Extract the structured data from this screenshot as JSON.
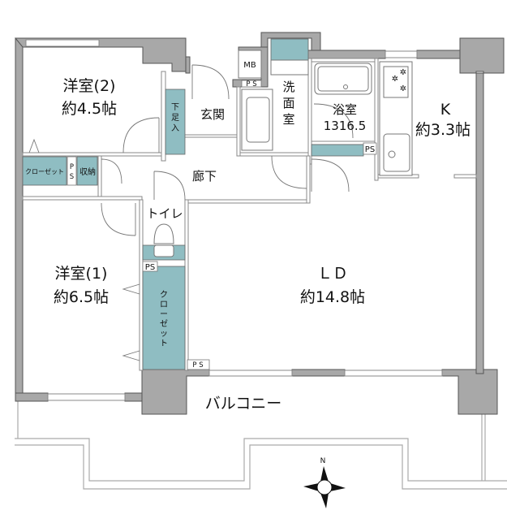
{
  "plan": {
    "rooms": [
      {
        "id": "western-room-2",
        "name": "洋室(2)",
        "area": "約4.5帖"
      },
      {
        "id": "western-room-1",
        "name": "洋室(1)",
        "area": "約6.5帖"
      },
      {
        "id": "ld",
        "name": "ＬＤ",
        "area": "約14.8帖"
      },
      {
        "id": "kitchen",
        "name": "K",
        "area": "約3.3帖"
      },
      {
        "id": "bathroom",
        "name": "浴室",
        "area": "1316.5"
      }
    ],
    "labels": {
      "entrance": "玄関",
      "corridor": "廊下",
      "washroom_1": "洗",
      "washroom_2": "面",
      "washroom_3": "室",
      "toilet": "トイレ",
      "balcony": "バルコニー",
      "mb": "MB",
      "shoe_1": "下",
      "shoe_2": "足",
      "shoe_3": "入",
      "closet_h": "クローゼット",
      "storage": "収納",
      "closet_v": [
        "ク",
        "ロ",
        "ー",
        "ゼ",
        "ッ",
        "ト"
      ],
      "ps": "PS",
      "ps_spaced": "P S",
      "ps_v1": "P",
      "ps_v2": "S"
    },
    "compass": {
      "north_label": "N"
    },
    "colors": {
      "wall": "#a8a8a8",
      "storage_fill": "#8fbdc2",
      "background": "#ffffff"
    }
  }
}
